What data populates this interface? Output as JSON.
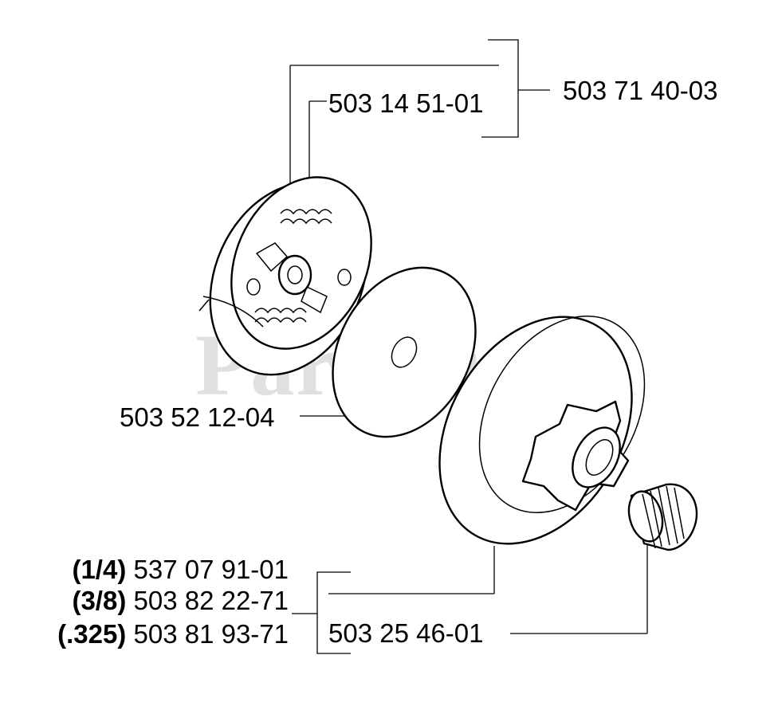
{
  "watermark": "PartsTree",
  "labels": {
    "assembly": "503 71 40-03",
    "spring": "503 14 51-01",
    "washer": "503 52 12-04",
    "drum": "503 25 46-01",
    "sprocket_options": [
      {
        "size": "(1/4)",
        "part": "537 07 91-01"
      },
      {
        "size": "(3/8)",
        "part": "503 82 22-71"
      },
      {
        "size": "(.325)",
        "part": "503 81 93-71"
      }
    ]
  }
}
